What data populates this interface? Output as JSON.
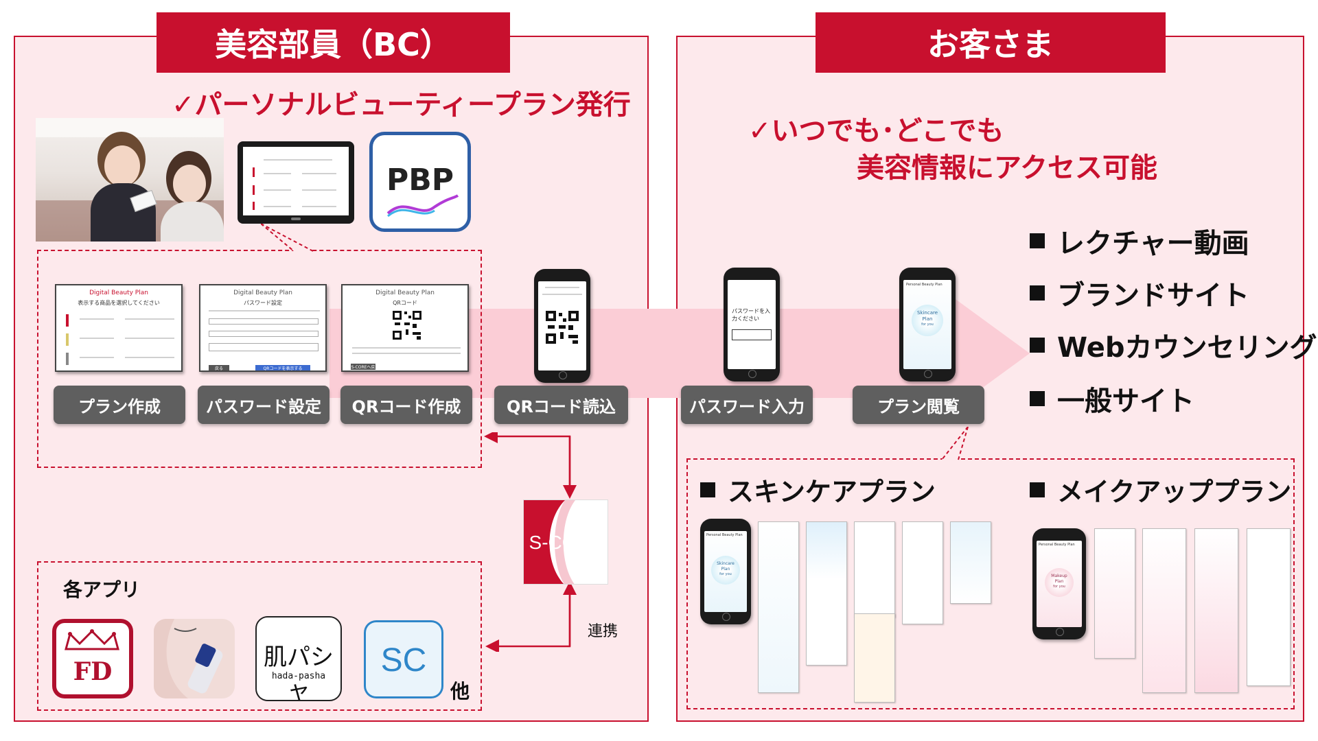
{
  "left": {
    "header": "美容部員（BC）",
    "subtitle": "✓パーソナルビューティープラン発行",
    "pbp_logo": "PBP",
    "screens": {
      "plan_title": "Digital Beauty Plan",
      "plan_sub": "表示する商品を選択してください",
      "pw_title": "Digital Beauty Plan",
      "pw_sub": "パスワード設定",
      "qr_title": "Digital Beauty Plan",
      "qr_sub": "QRコード",
      "qr_btn": "S-COREへ戻る",
      "pw_btn_back": "戻る",
      "pw_btn_next": "QRコードを表示する"
    },
    "steps": [
      "プラン作成",
      "パスワード設定",
      "QRコード作成",
      "QRコード読込"
    ],
    "apps_label": "各アプリ",
    "apps": [
      "FD",
      "肌パシャ",
      "hada-pasha",
      "SC"
    ],
    "others": "他",
    "score_logo": "S-CORE",
    "link_label": "連携"
  },
  "right": {
    "header": "お客さま",
    "subtitle1": "✓いつでも･どこでも",
    "subtitle2": "美容情報にアクセス可能",
    "bullets": [
      "レクチャー動画",
      "ブランドサイト",
      "Webカウンセリング",
      "一般サイト"
    ],
    "steps": [
      "パスワード入力",
      "プラン閲覧"
    ],
    "pw_prompt": "パスワードを入力ください",
    "plan_phone_title": "Personal Beauty Plan",
    "plan_phone_center": [
      "Skincare",
      "Plan",
      "for you"
    ],
    "skincare_label": "スキンケアプラン",
    "makeup_label": "メイクアッププラン",
    "makeup_center": [
      "Makeup",
      "Plan",
      "for you"
    ]
  },
  "colors": {
    "brand_red": "#c8102e",
    "panel_bg": "#fde9ec",
    "pill_gray": "#5f5f5f",
    "arrow_pink": "#fbcdd6"
  }
}
